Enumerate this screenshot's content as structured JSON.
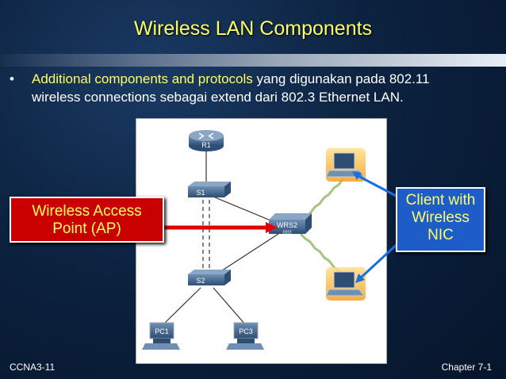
{
  "slide": {
    "title": "Wireless LAN Components",
    "bullet": {
      "highlight": "Additional components and protocols",
      "rest_line1": " yang digunakan pada 802.11",
      "line2": "wireless connections sebagai extend dari 802.3 Ethernet LAN."
    },
    "footer_left": "CCNA3-11",
    "footer_right": "Chapter 7-1"
  },
  "diagram": {
    "nodes": {
      "router": "R1",
      "switch1": "S1",
      "switch2": "S2",
      "wireless_router": "WRS2",
      "pc1": "PC1",
      "pc3": "PC3"
    }
  },
  "callouts": {
    "ap_line1": "Wireless Access",
    "ap_line2": "Point (AP)",
    "client_line1": "Client with",
    "client_line2": "Wireless",
    "client_line3": "NIC"
  },
  "colors": {
    "title": "#ffff66",
    "ap_callout": "#c80000",
    "client_callout": "#1e5cc8",
    "arrow_red": "#e00000",
    "arrow_blue": "#1a6fe0"
  }
}
